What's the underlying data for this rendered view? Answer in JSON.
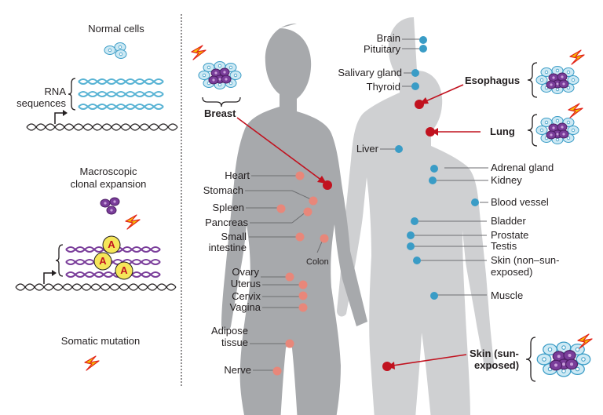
{
  "legend": {
    "normal_cells": "Normal cells",
    "rna_sequences_line1": "RNA",
    "rna_sequences_line2": "sequences",
    "clonal_line1": "Macroscopic",
    "clonal_line2": "clonal expansion",
    "mutation_letter": "A",
    "somatic_mutation": "Somatic mutation"
  },
  "tissue_colors": {
    "female_tissue_dot": "#e8877a",
    "male_tissue_dot": "#3a9cc6",
    "mutation_site_dot": "#c1121f",
    "body_female": "#a7a9ac",
    "body_male": "#cfd0d2",
    "arrow": "#c1121f",
    "dna_blue": "#58b3d4",
    "dna_purple": "#7a3d9a"
  },
  "female_tissues": {
    "heart": "Heart",
    "stomach": "Stomach",
    "spleen": "Spleen",
    "pancreas": "Pancreas",
    "small_intestine_1": "Small",
    "small_intestine_2": "intestine",
    "colon": "Colon",
    "ovary": "Ovary",
    "uterus": "Uterus",
    "cervix": "Cervix",
    "vagina": "Vagina",
    "adipose_1": "Adipose",
    "adipose_2": "tissue",
    "nerve": "Nerve",
    "breast": "Breast"
  },
  "male_tissues": {
    "brain": "Brain",
    "pituitary": "Pituitary",
    "salivary": "Salivary gland",
    "thyroid": "Thyroid",
    "esophagus": "Esophagus",
    "lung": "Lung",
    "liver": "Liver",
    "adrenal": "Adrenal gland",
    "kidney": "Kidney",
    "blood_vessel": "Blood vessel",
    "bladder": "Bladder",
    "prostate": "Prostate",
    "testis": "Testis",
    "skin_non_1": "Skin (non–sun-",
    "skin_non_2": "exposed)",
    "muscle": "Muscle",
    "skin_sun_1": "Skin (sun-",
    "skin_sun_2": "exposed)"
  }
}
